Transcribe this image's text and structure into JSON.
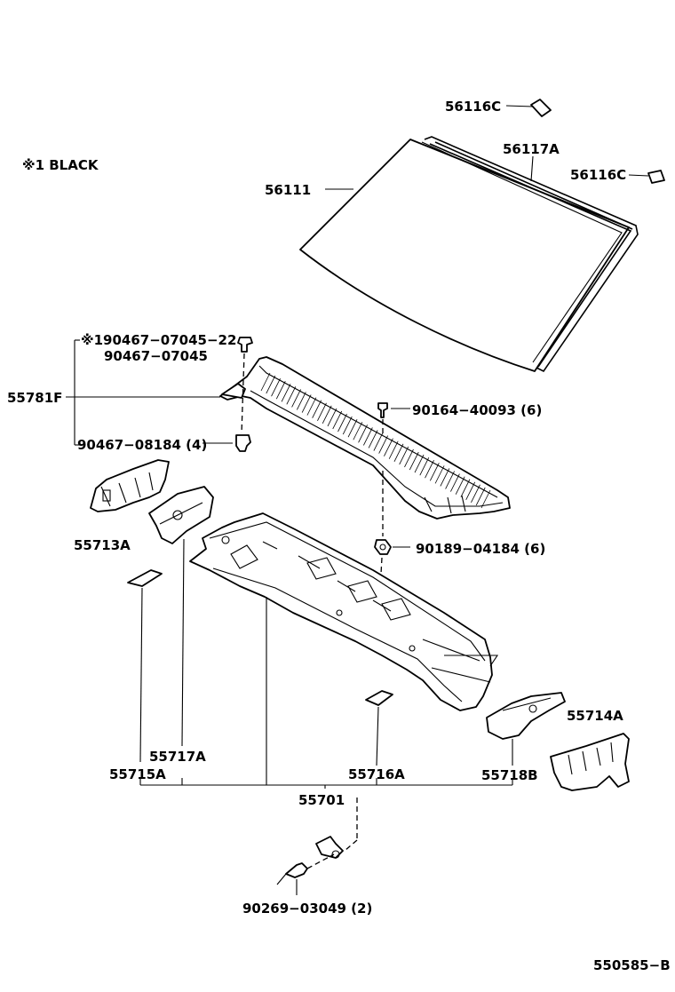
{
  "note": "※1 BLACK",
  "labels": {
    "p56116c_top": "56116C",
    "p56117a": "56117A",
    "p56116c_right": "56116C",
    "p56111": "56111",
    "p1_90467_22": "※190467−07045−22",
    "p90467_07045": "90467−07045",
    "p55781f": "55781F",
    "p90467_08184": "90467−08184 (4)",
    "p90164_40093": "90164−40093 (6)",
    "p55713a": "55713A",
    "p90189_04184": "90189−04184 (6)",
    "p55714a": "55714A",
    "p55717a": "55717A",
    "p55715a": "55715A",
    "p55716a": "55716A",
    "p55718b": "55718B",
    "p55701": "55701",
    "p90269_03049": "90269−03049 (2)",
    "diagram_id": "550585−B"
  }
}
